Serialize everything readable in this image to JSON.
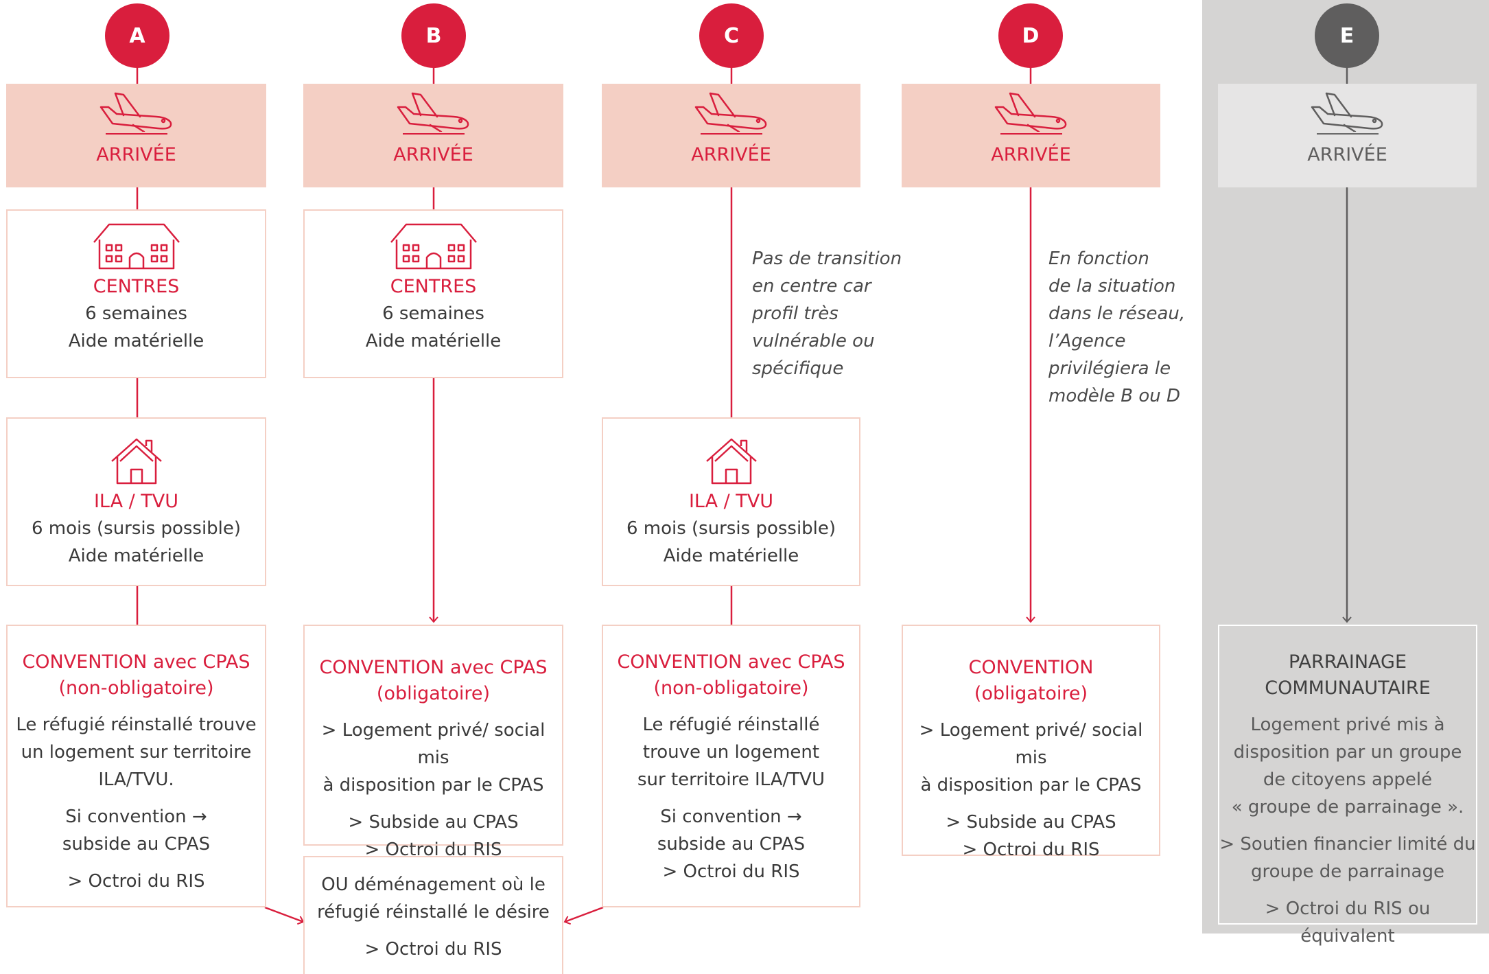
{
  "columns": [
    {
      "letter": "A",
      "arrival": "ARRIVÉE"
    },
    {
      "letter": "B",
      "arrival": "ARRIVÉE"
    },
    {
      "letter": "C",
      "arrival": "ARRIVÉE"
    },
    {
      "letter": "D",
      "arrival": "ARRIVÉE"
    },
    {
      "letter": "E",
      "arrival": "ARRIVÉE"
    }
  ],
  "centres": {
    "title": "CENTRES",
    "line1": "6 semaines",
    "line2": "Aide matérielle"
  },
  "ila": {
    "title": "ILA / TVU",
    "line1": "6 mois (sursis possible)",
    "line2": "Aide matérielle"
  },
  "notes": {
    "c": [
      "Pas de transition",
      "en centre car",
      "profil très",
      "vulnérable ou",
      "spécifique"
    ],
    "d": [
      "En fonction",
      "de la situation",
      "dans le réseau,",
      "l’Agence",
      "privilégiera le",
      "modèle B ou D"
    ]
  },
  "convention_a": {
    "title1": "CONVENTION avec CPAS",
    "title2": "(non-obligatoire)",
    "body": [
      "Le réfugié réinstallé trouve",
      "un logement sur territoire",
      "ILA/TVU."
    ],
    "cond1": "Si convention",
    "arrow": "→",
    "cond2": "subside au CPAS",
    "ris": "> Octroi du RIS"
  },
  "convention_b": {
    "title1": "CONVENTION avec CPAS",
    "title2": "(obligatoire)",
    "body": [
      "> Logement privé/ social mis",
      "à disposition par le CPAS"
    ],
    "subside": "> Subside au CPAS",
    "ris": "> Octroi du RIS"
  },
  "convention_c": {
    "title1": "CONVENTION avec CPAS",
    "title2": "(non-obligatoire)",
    "body": [
      "Le réfugié réinstallé",
      "trouve un logement",
      "sur territoire ILA/TVU"
    ],
    "cond1": "Si convention",
    "arrow": "→",
    "cond2": "subside au CPAS",
    "ris": "> Octroi du RIS"
  },
  "convention_d": {
    "title1": "CONVENTION",
    "title2": "(obligatoire)",
    "body": [
      "> Logement privé/ social mis",
      "à disposition par le CPAS"
    ],
    "subside": "> Subside au CPAS",
    "ris": "> Octroi du RIS"
  },
  "demenagement": {
    "body": [
      "OU déménagement où le",
      "réfugié réinstallé le désire"
    ],
    "ris": "> Octroi du RIS"
  },
  "parrainage": {
    "title1": "PARRAINAGE",
    "title2": "COMMUNAUTAIRE",
    "body": [
      "Logement privé mis à",
      "disposition par un groupe",
      "de citoyens appelé",
      "« groupe de parrainage »."
    ],
    "soutien": [
      "> Soutien financier limité du",
      "groupe de parrainage"
    ],
    "ris": "> Octroi du RIS ou équivalent"
  },
  "colors": {
    "red": "#d91e3d",
    "pink": "#f4cfc4",
    "grey": "#5f5e5e",
    "grey_bg": "#d5d4d3"
  },
  "icons": [
    "plane-icon",
    "building-icon",
    "house-icon",
    "arrow-right-icon"
  ]
}
